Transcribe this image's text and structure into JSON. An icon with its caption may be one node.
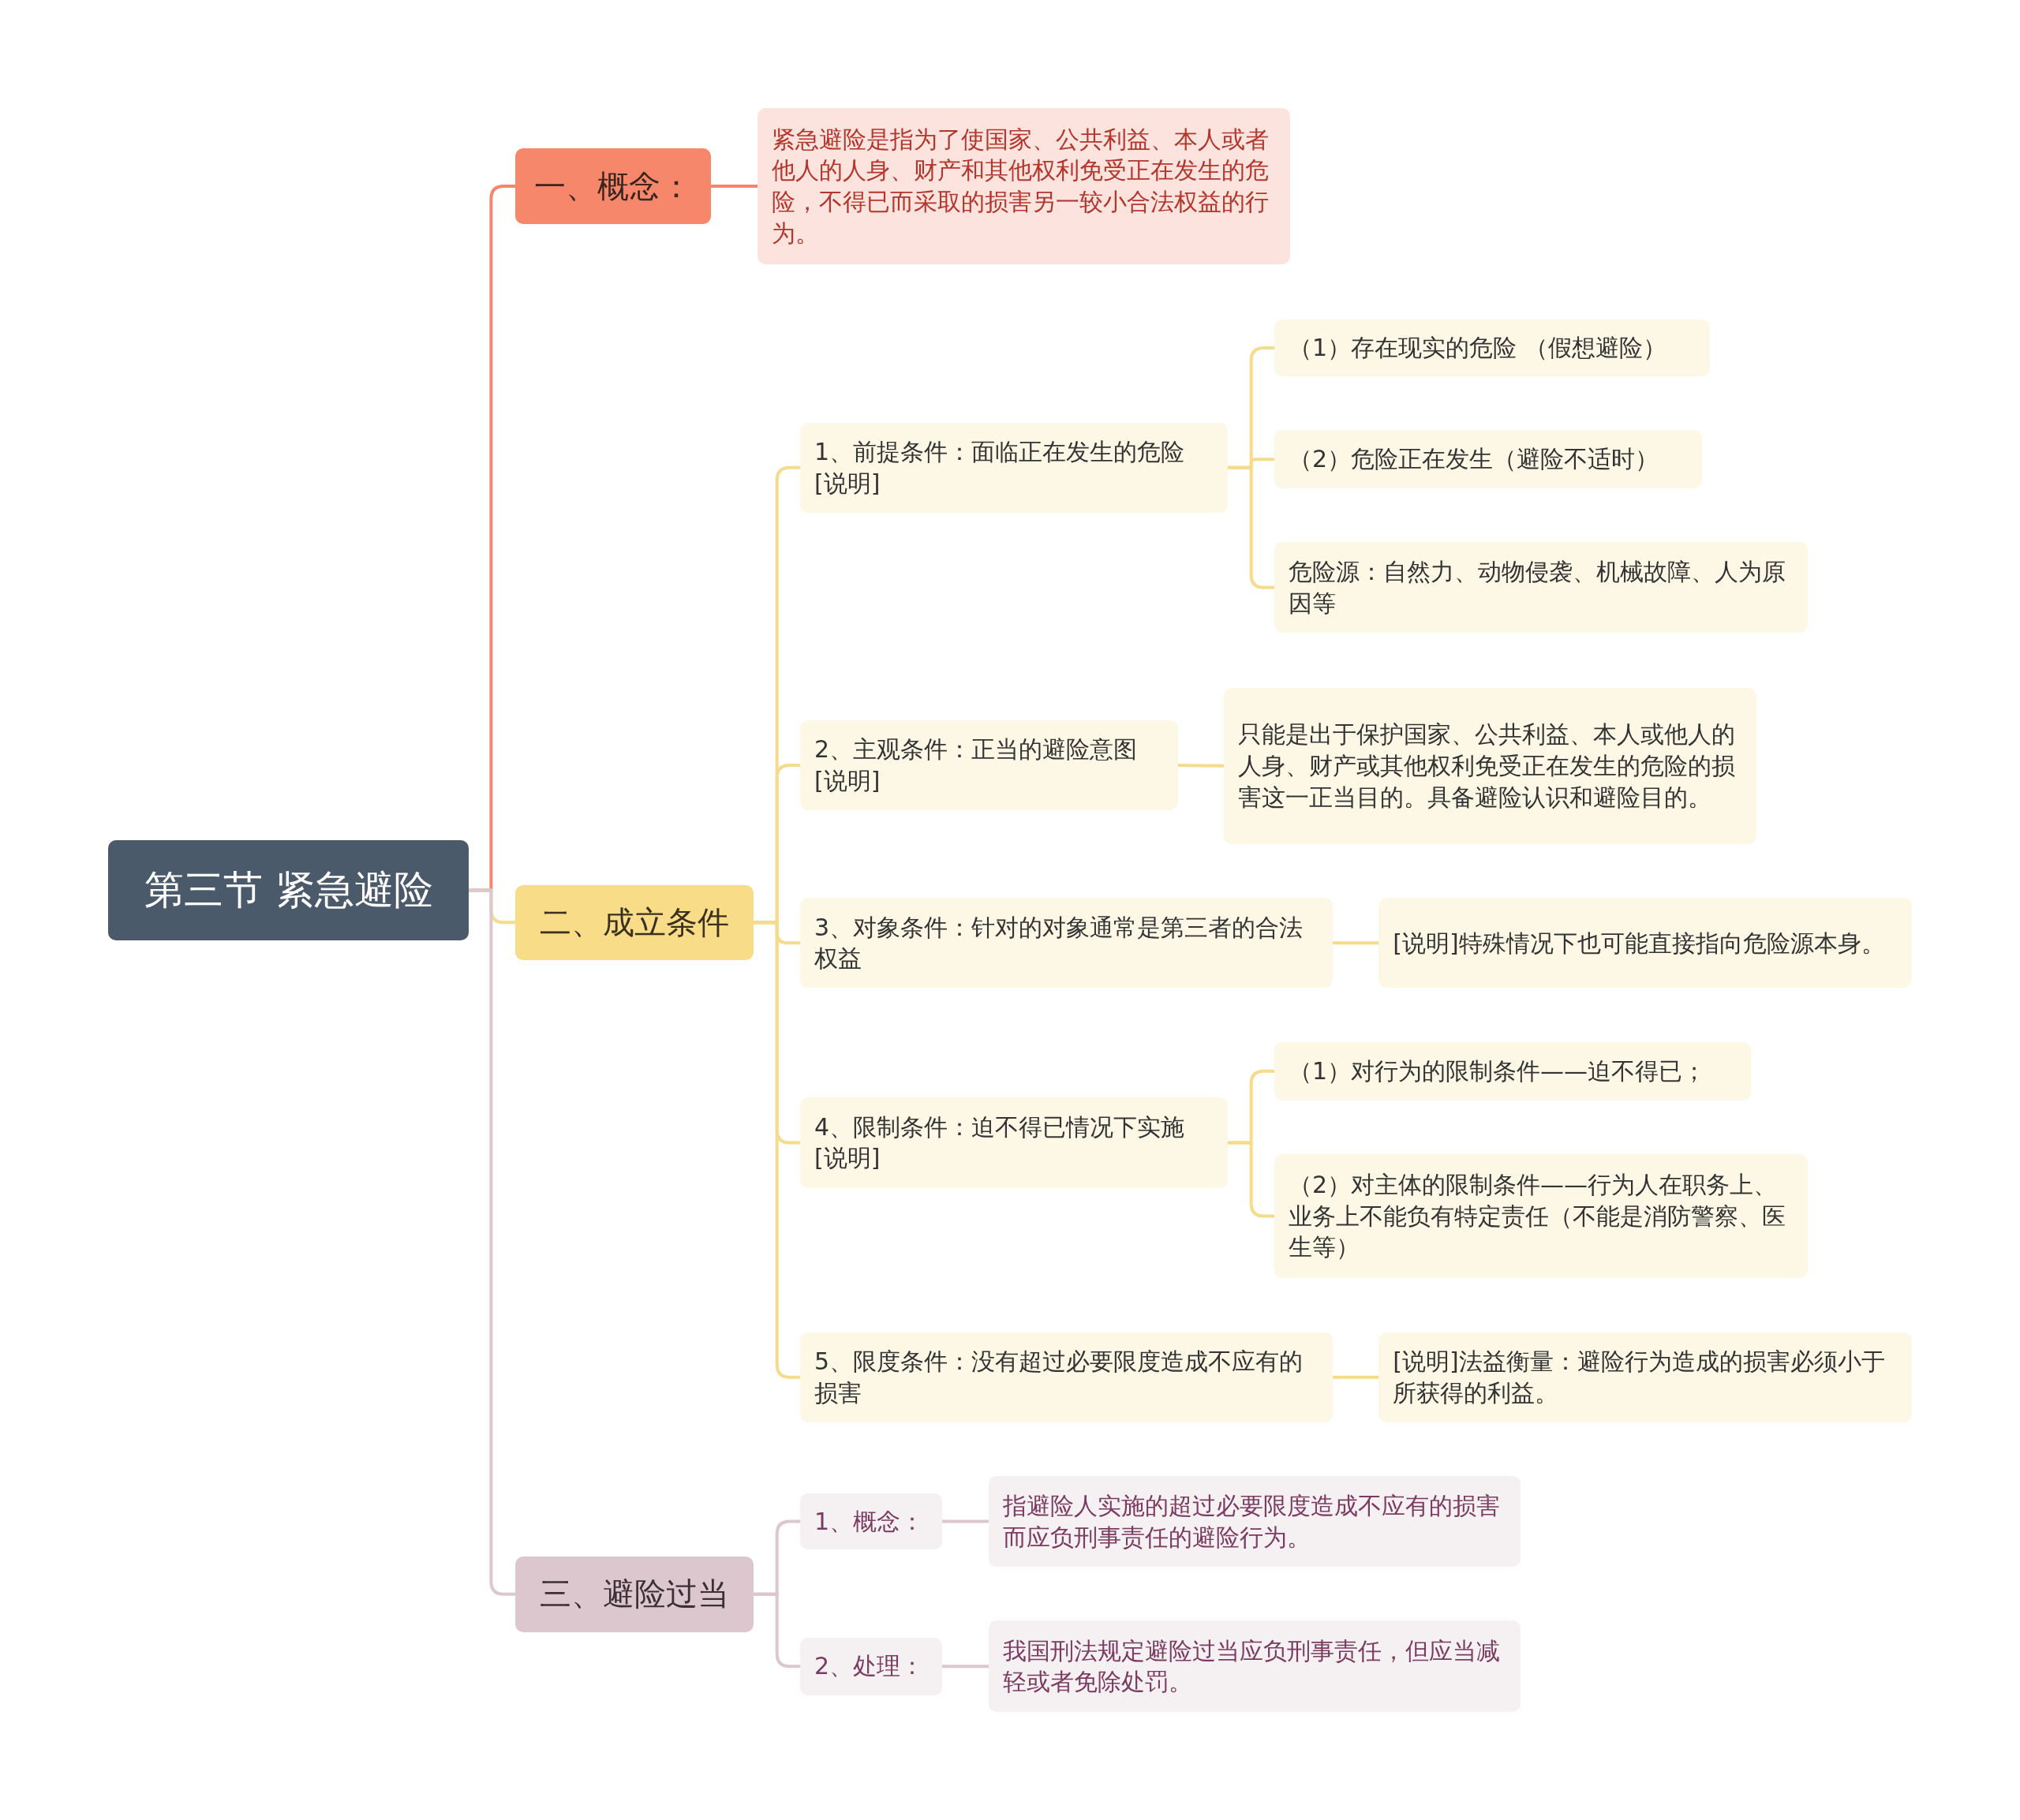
{
  "diagram": {
    "nodes": [
      {
        "text": [
          "第三节 紧急避险"
        ]
      },
      {
        "text": [
          "一、概念："
        ]
      },
      {
        "text": [
          "紧急避险是指为了使国家、公共利益、本人或者他人的人身、财产和其他权利免受正在发生的危险，不得已而采取的损害另一较小合法权益的行为。"
        ]
      },
      {
        "text": [
          "二、成立条件"
        ]
      },
      {
        "text": [
          "1、前提条件：面临正在发生的危险 [说明]"
        ]
      },
      {
        "text": [
          "（1）存在现实的危险 （假想避险）"
        ]
      },
      {
        "text": [
          "（2）危险正在发生（避险不适时）"
        ]
      },
      {
        "text": [
          "危险源：自然力、动物侵袭、机械故障、人为原因等"
        ]
      },
      {
        "text": [
          "2、主观条件：正当的避险意图 [说明]"
        ]
      },
      {
        "text": [
          "只能是出于保护国家、公共利益、本人或他人的人身、财产或其他权利免受正在发生的危险的损害这一正当目的。具备避险认识和避险目的。"
        ]
      },
      {
        "text": [
          "3、对象条件：针对的对象通常是第三者的合法权益"
        ]
      },
      {
        "text": [
          "[说明]特殊情况下也可能直接指向危险源本身。"
        ]
      },
      {
        "text": [
          "4、限制条件：迫不得已情况下实施 [说明]"
        ]
      },
      {
        "text": [
          "（1）对行为的限制条件——迫不得已；"
        ]
      },
      {
        "text": [
          "（2）对主体的限制条件——行为人在职务上、业务上不能负有特定责任（不能是消防警察、医生等）"
        ]
      },
      {
        "text": [
          "5、限度条件：没有超过必要限度造成不应有的损害"
        ]
      },
      {
        "text": [
          "[说明]法益衡量：避险行为造成的损害必须小于所获得的利益。"
        ]
      },
      {
        "text": [
          "三、避险过当"
        ]
      },
      {
        "text": [
          "1、概念："
        ]
      },
      {
        "text": [
          "指避险人实施的超过必要限度造成不应有的损害而应负刑事责任的避险行为。"
        ]
      },
      {
        "text": [
          "2、处理："
        ]
      },
      {
        "text": [
          "我国刑法规定避险过当应负刑事责任，但应当减轻或者免除处罚。"
        ]
      }
    ],
    "edges": [
      {
        "from": 0,
        "to": 1,
        "arrow": "none",
        "color": "#f4876b"
      },
      {
        "from": 1,
        "to": 2,
        "arrow": "none",
        "color": "#f4876b"
      },
      {
        "from": 0,
        "to": 3,
        "arrow": "none"
      },
      {
        "from": 3,
        "to": 4,
        "arrow": "none"
      },
      {
        "from": 4,
        "to": 5,
        "arrow": "none"
      },
      {
        "from": 4,
        "to": 6,
        "arrow": "none"
      },
      {
        "from": 4,
        "to": 7,
        "arrow": "none"
      },
      {
        "from": 3,
        "to": 8,
        "arrow": "none"
      },
      {
        "from": 8,
        "to": 9,
        "arrow": "none"
      },
      {
        "from": 3,
        "to": 10,
        "arrow": "none"
      },
      {
        "from": 10,
        "to": 11,
        "arrow": "none"
      },
      {
        "from": 3,
        "to": 12,
        "arrow": "none"
      },
      {
        "from": 12,
        "to": 13,
        "arrow": "none"
      },
      {
        "from": 12,
        "to": 14,
        "arrow": "none"
      },
      {
        "from": 3,
        "to": 15,
        "arrow": "none"
      },
      {
        "from": 15,
        "to": 16,
        "arrow": "none"
      },
      {
        "from": 0,
        "to": 17,
        "arrow": "none",
        "color": "#dcc7cf"
      },
      {
        "from": 17,
        "to": 18,
        "arrow": "none",
        "color": "#dcc7cf"
      },
      {
        "from": 18,
        "to": 19,
        "arrow": "none",
        "color": "#dcc7cf"
      },
      {
        "from": 17,
        "to": 20,
        "arrow": "none",
        "color": "#dcc7cf"
      },
      {
        "from": 20,
        "to": 21,
        "arrow": "none",
        "color": "#dcc7cf"
      }
    ]
  }
}
